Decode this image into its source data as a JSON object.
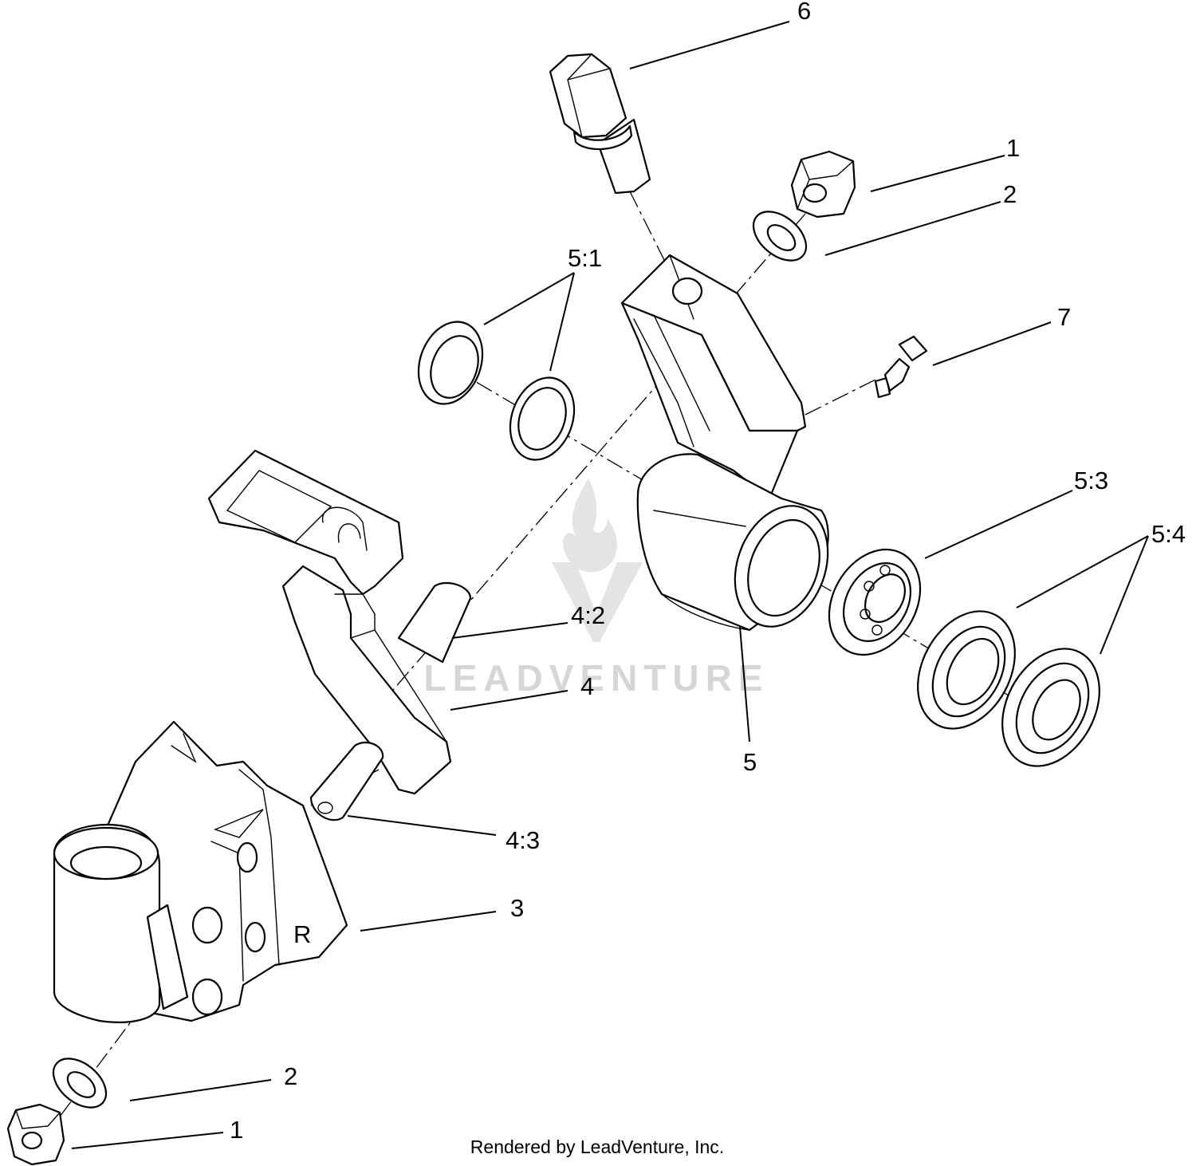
{
  "diagram": {
    "watermark": "LEADVENTURE",
    "credit": "Rendered by LeadVenture, Inc.",
    "callouts": [
      {
        "id": "callout-6",
        "label": "6"
      },
      {
        "id": "callout-1-top",
        "label": "1"
      },
      {
        "id": "callout-2-top",
        "label": "2"
      },
      {
        "id": "callout-5-1",
        "label": "5:1"
      },
      {
        "id": "callout-7",
        "label": "7"
      },
      {
        "id": "callout-5-3",
        "label": "5:3"
      },
      {
        "id": "callout-5-4",
        "label": "5:4"
      },
      {
        "id": "callout-4-2",
        "label": "4:2"
      },
      {
        "id": "callout-4",
        "label": "4"
      },
      {
        "id": "callout-5",
        "label": "5"
      },
      {
        "id": "callout-4-3",
        "label": "4:3"
      },
      {
        "id": "callout-3",
        "label": "3"
      },
      {
        "id": "callout-2-bottom",
        "label": "2"
      },
      {
        "id": "callout-1-bottom",
        "label": "1"
      }
    ],
    "bracket_mark": "R"
  }
}
